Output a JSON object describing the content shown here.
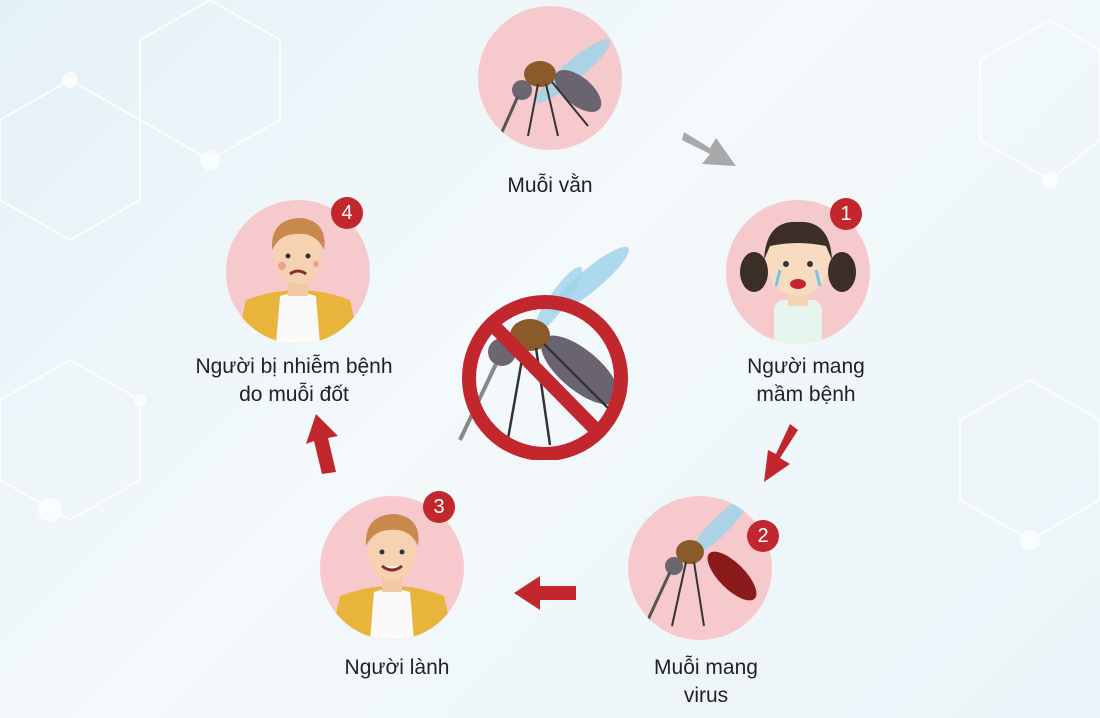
{
  "steps": [
    {
      "label_lines": [
        "Muỗi vằn"
      ],
      "icon": "mosquito"
    },
    {
      "number": "1",
      "label_lines": [
        "Người mang",
        "mầm bệnh"
      ],
      "icon": "crying-girl"
    },
    {
      "number": "2",
      "label_lines": [
        "Muỗi mang",
        "virus"
      ],
      "icon": "blood-filled-mosquito"
    },
    {
      "number": "3",
      "label_lines": [
        "Người lành"
      ],
      "icon": "smiling-man"
    },
    {
      "number": "4",
      "label_lines": [
        "Người bị nhiễm bệnh",
        "do muỗi đốt"
      ],
      "icon": "sick-man"
    }
  ],
  "center": {
    "icon": "no-mosquito-sign"
  },
  "colors": {
    "accent_red": "#c1272d",
    "circle_pink": "#f6c9cd",
    "arrow_gray": "#a9a9a9",
    "background": "#eef6fa"
  }
}
